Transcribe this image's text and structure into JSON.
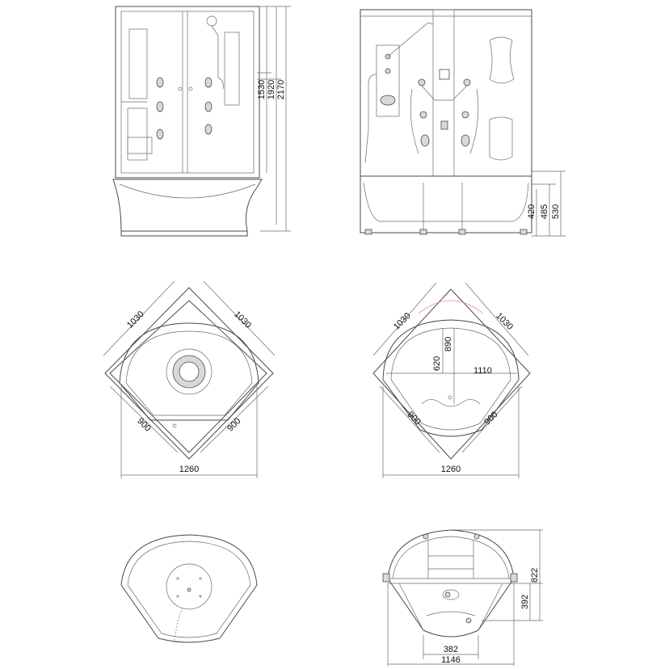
{
  "front_view": {
    "heights": [
      "1530",
      "1920",
      "2170"
    ]
  },
  "side_view": {
    "heights": [
      "420",
      "485",
      "530"
    ]
  },
  "plan_top_left": {
    "side_a": "1030",
    "side_b": "1030",
    "edge_a": "900",
    "edge_b": "900",
    "width": "1260"
  },
  "plan_top_right": {
    "side_a": "1030",
    "side_b": "1030",
    "depth_a": "620",
    "depth_b": "890",
    "span": "1110",
    "edge_a": "900",
    "edge_b": "900",
    "width": "1260"
  },
  "base_right": {
    "height": "822",
    "inner": "392",
    "seat": "382",
    "width": "1146"
  }
}
